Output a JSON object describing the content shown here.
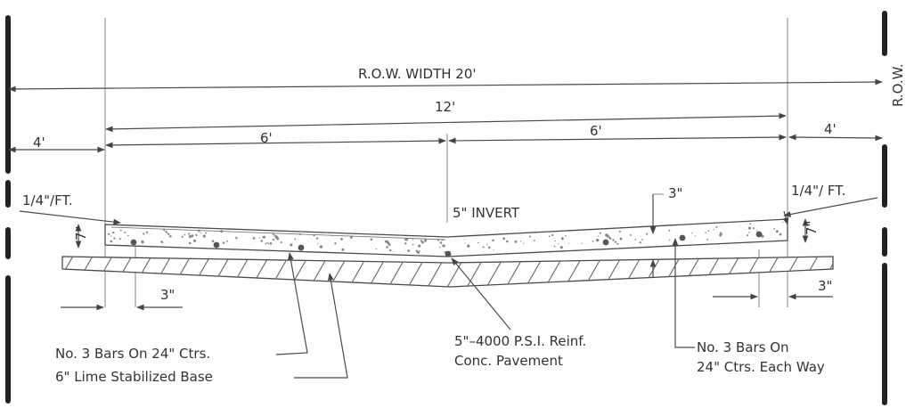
{
  "labels": {
    "row_width": "R.O.W. WIDTH   20'",
    "row_side": "R.O.W.",
    "twelve": "12'",
    "four_left": "4'",
    "six_left": "6'",
    "six_right": "6'",
    "four_right": "4'",
    "slope_left": "1/4\"/FT.",
    "slope_right": "1/4\"/ FT.",
    "invert": "5\"  INVERT",
    "three_top": "3\"",
    "seven_left": "7\"",
    "seven_right": "7\"",
    "three_left": "3\"",
    "three_right": "3\"",
    "bars_24_line1": "No. 3 Bars On 24\" Ctrs.",
    "lime_base": "6\"  Lime Stabilized Base",
    "pavement_line1": "5\"–4000  P.S.I. Reinf.",
    "pavement_line2": "Conc. Pavement",
    "bars_each_line1": "No. 3  Bars  On",
    "bars_each_line2": "24\"  Ctrs.  Each  Way"
  },
  "colors": {
    "ink": "#333333",
    "paper": "#ffffff"
  }
}
